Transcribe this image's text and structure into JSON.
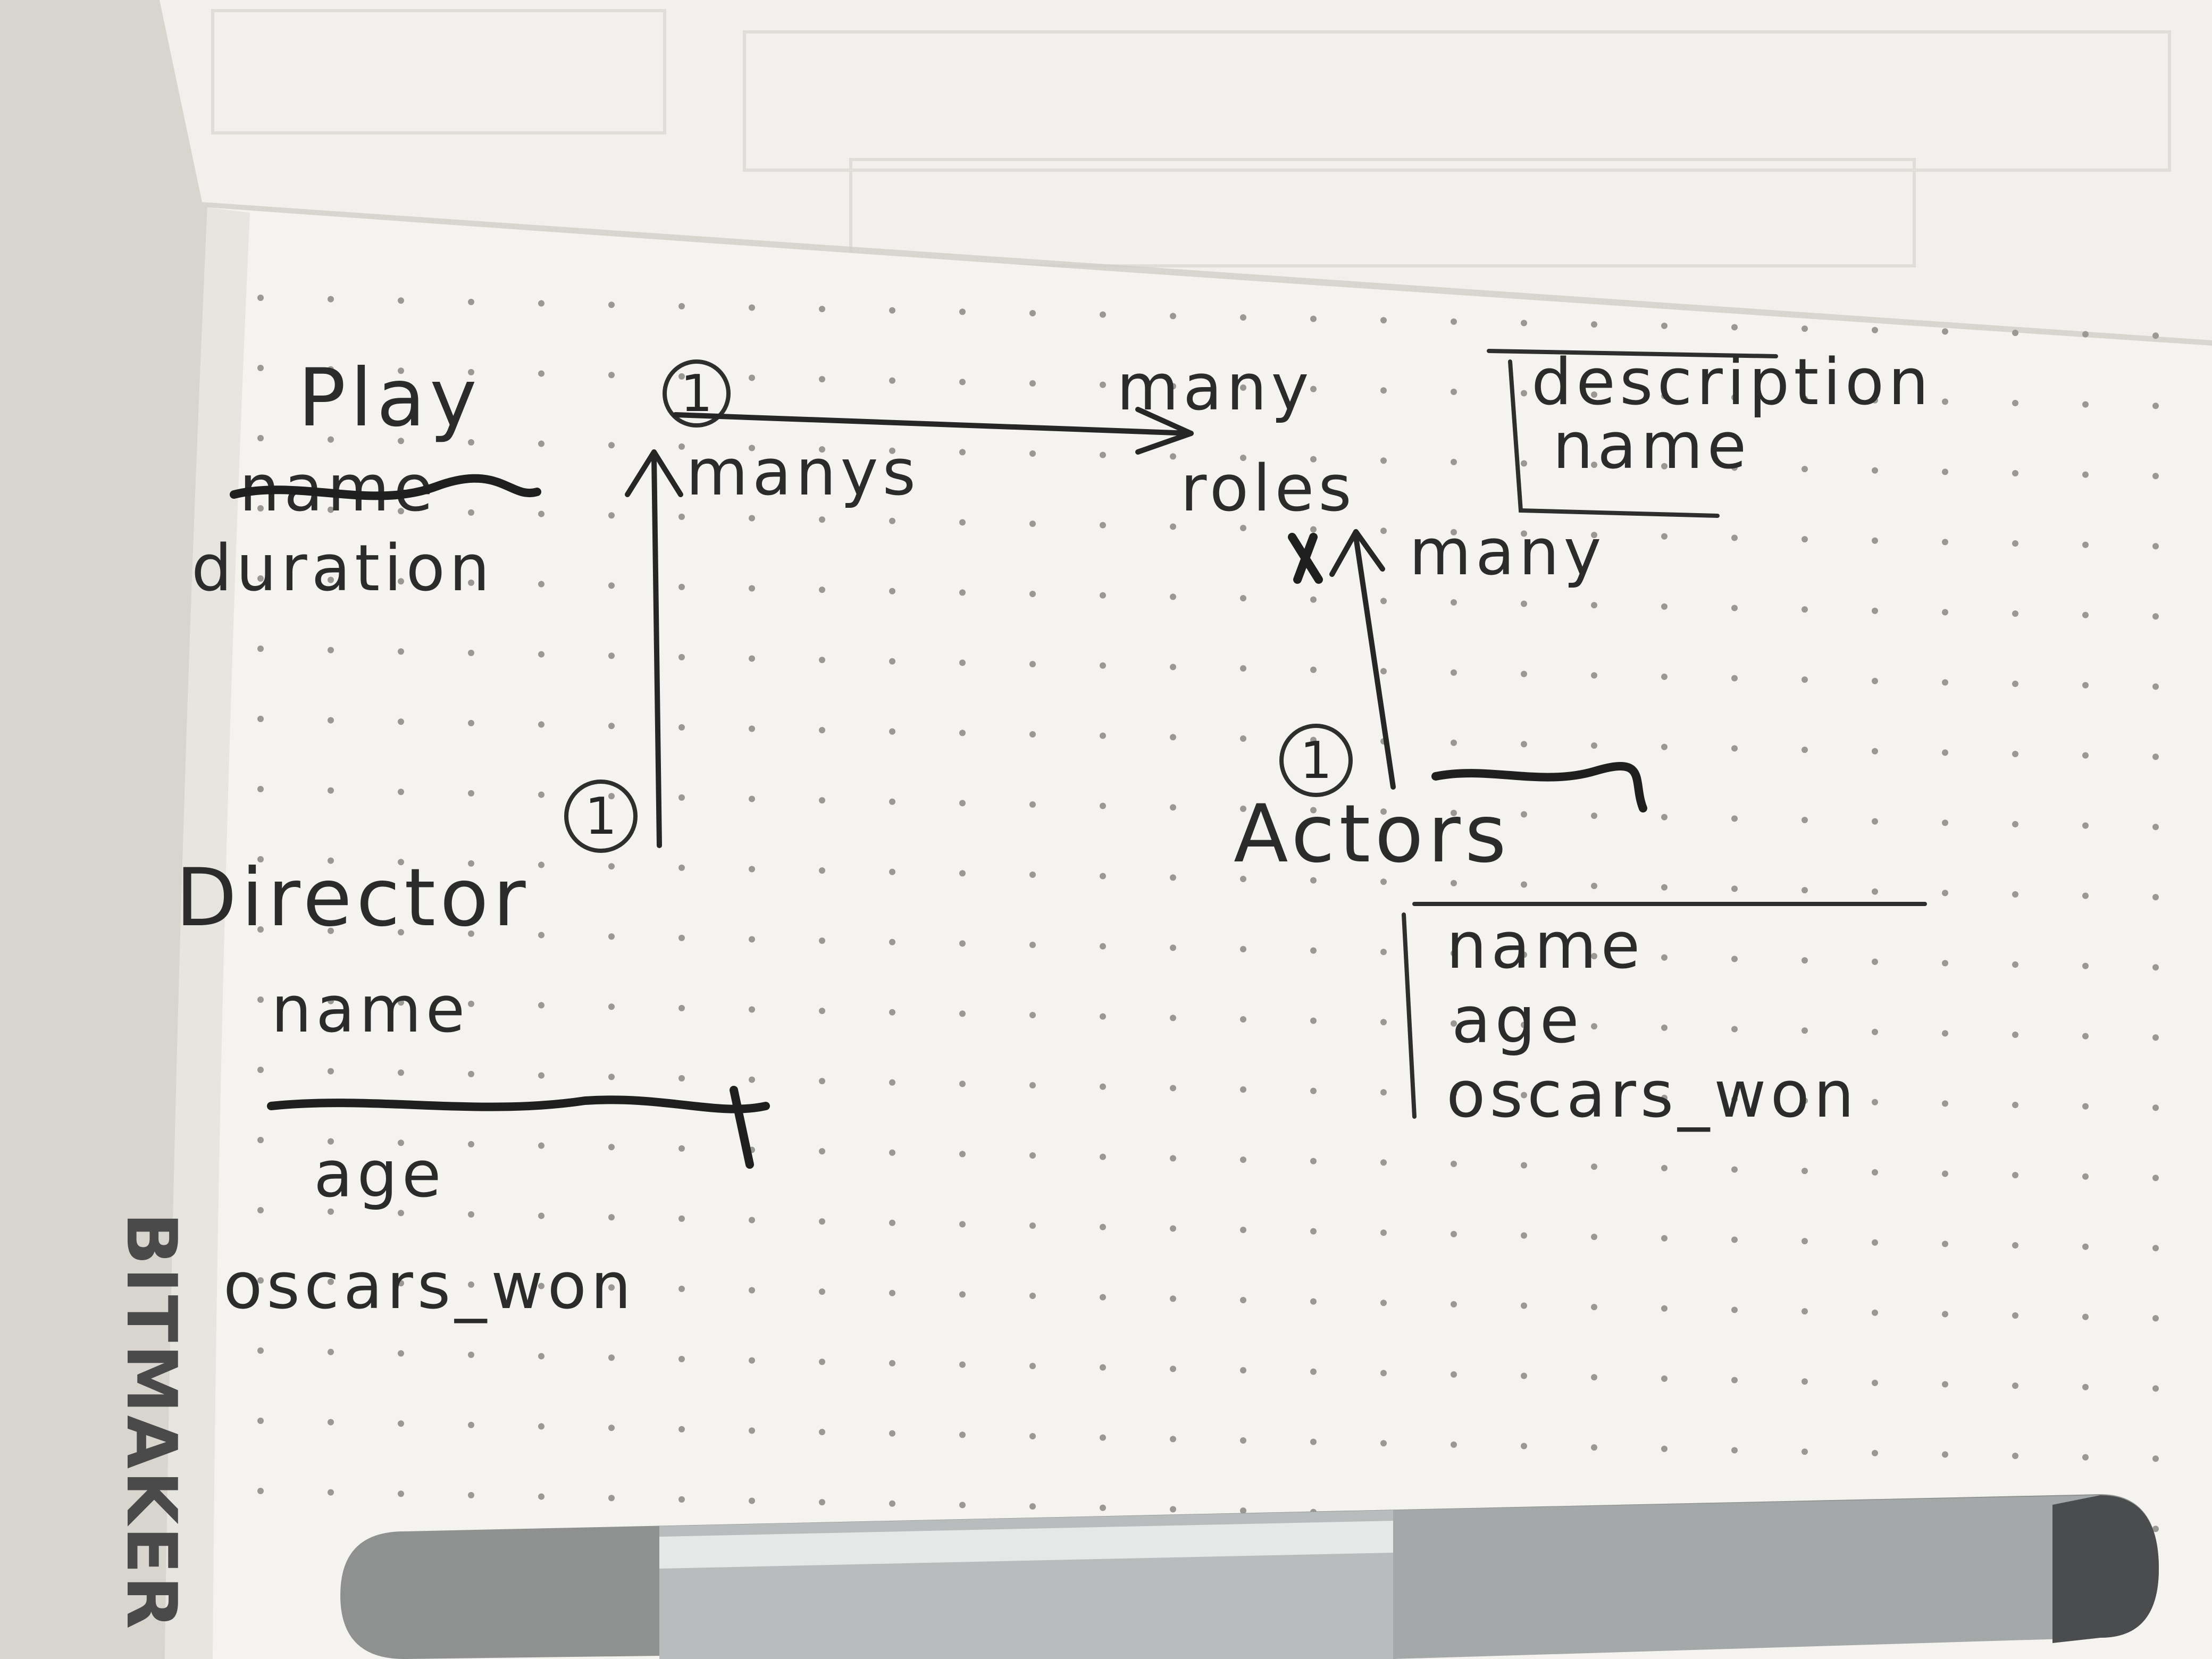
{
  "brand": "BITMAKER",
  "play": {
    "title": "Play",
    "crossed_attr": "name",
    "attrs": [
      "duration"
    ]
  },
  "roles": {
    "title": "roles",
    "attrs": [
      "description",
      "name"
    ]
  },
  "director": {
    "title": "Director",
    "attrs": [
      "name",
      "age",
      "oscars_won"
    ]
  },
  "actors": {
    "title": "Actors",
    "attrs": [
      "name",
      "age",
      "oscars_won"
    ]
  },
  "relations": {
    "play_roles": {
      "from_card": "1",
      "to_card": "many"
    },
    "director_play": {
      "from_card": "1",
      "to_card": "manys"
    },
    "actor_roles": {
      "from_card": "1",
      "to_card": "many"
    }
  }
}
